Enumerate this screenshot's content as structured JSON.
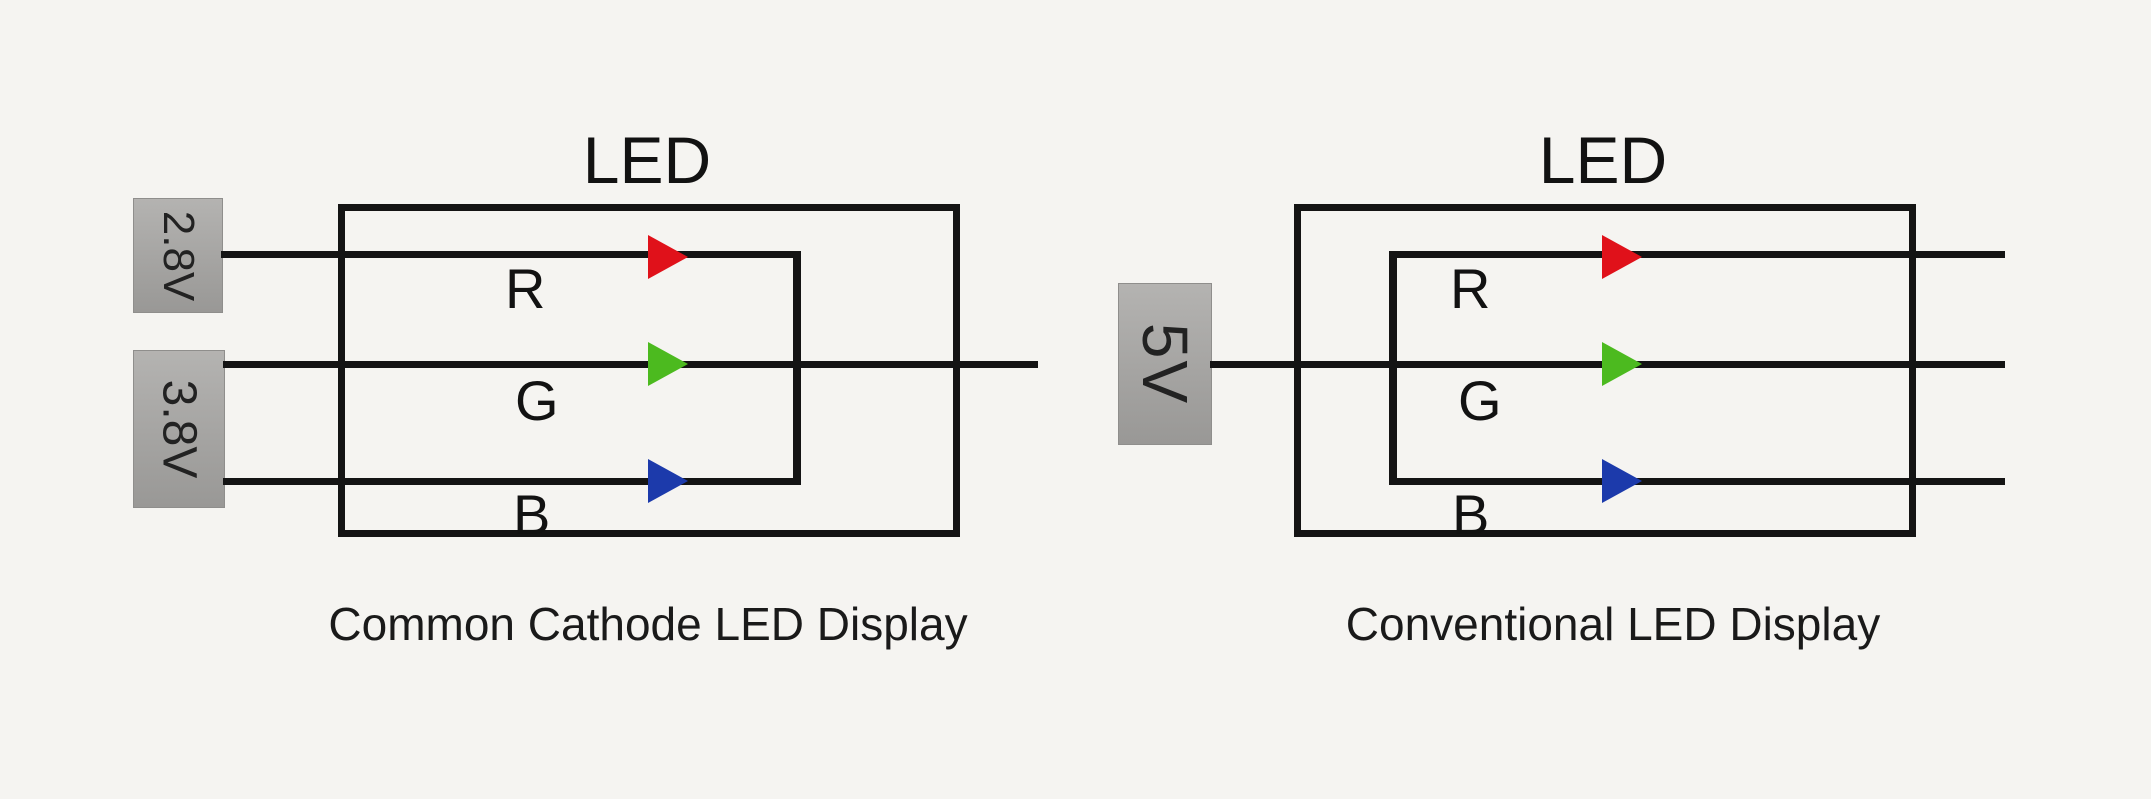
{
  "background_color": "#f5f4f1",
  "colors": {
    "wire": "#141414",
    "red": "#e0111a",
    "green": "#4cba1f",
    "blue": "#1c3aab",
    "voltage_box_gray": "#a9a8a6",
    "text": "#161616"
  },
  "diagrams": [
    {
      "id": "common-cathode",
      "title": "LED",
      "caption": "Common Cathode LED Display",
      "sources": [
        {
          "label": "2.8V"
        },
        {
          "label": "3.8V"
        }
      ],
      "channels": [
        {
          "label": "R",
          "color_name": "red"
        },
        {
          "label": "G",
          "color_name": "green"
        },
        {
          "label": "B",
          "color_name": "blue"
        }
      ]
    },
    {
      "id": "conventional",
      "title": "LED",
      "caption": "Conventional LED Display",
      "sources": [
        {
          "label": "5V"
        }
      ],
      "channels": [
        {
          "label": "R",
          "color_name": "red"
        },
        {
          "label": "G",
          "color_name": "green"
        },
        {
          "label": "B",
          "color_name": "blue"
        }
      ]
    }
  ]
}
